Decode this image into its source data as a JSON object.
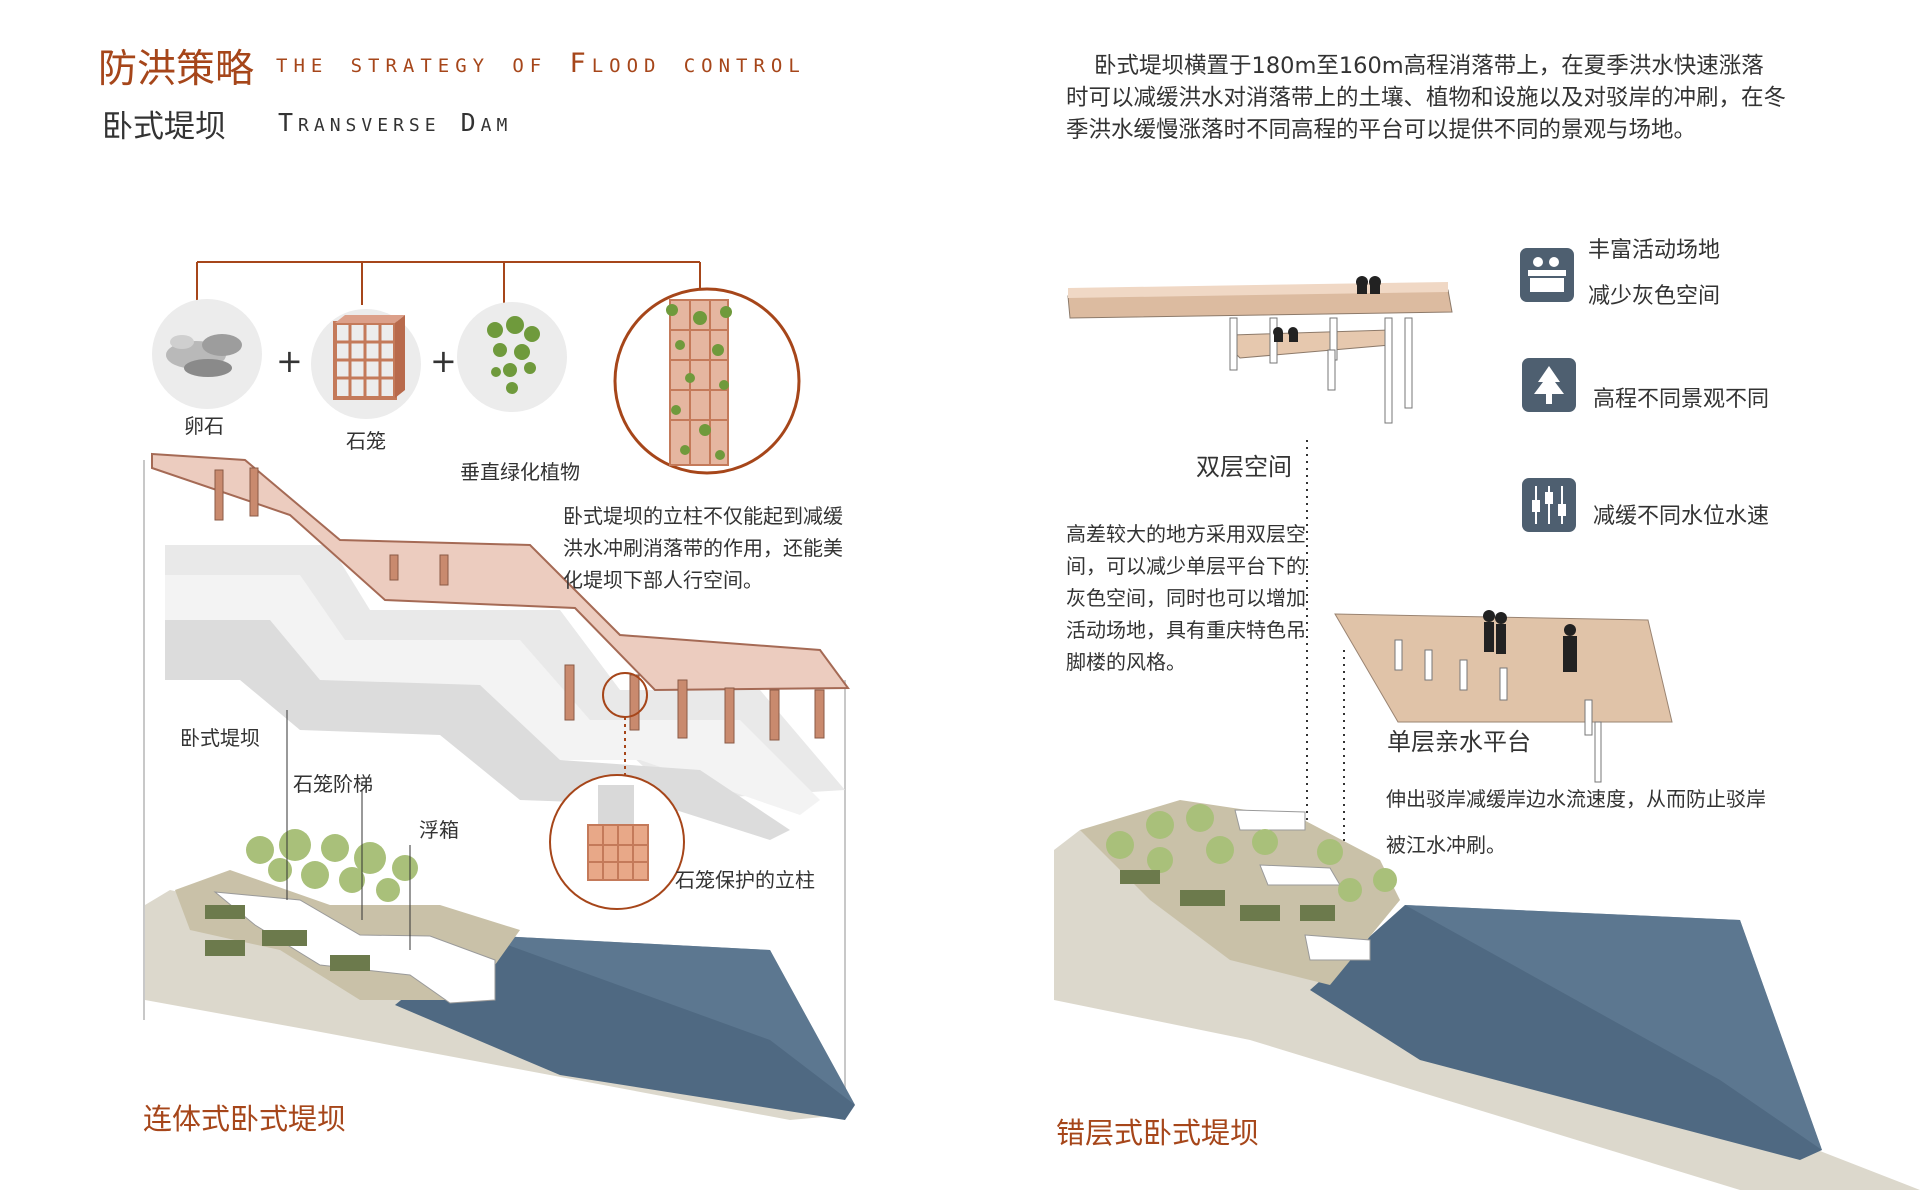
{
  "header": {
    "title_cn": "防洪策略",
    "title_en": "the strategy of Flood control",
    "subtitle_cn": "卧式堤坝",
    "subtitle_en": "Transverse Dam",
    "intro": "卧式堤坝横置于180m至160m高程消落带上，在夏季洪水快速涨落时可以减缓洪水对消落带上的土壤、植物和设施以及对驳岸的冲刷，在冬季洪水缓慢涨落时不同高程的平台可以提供不同的景观与场地。"
  },
  "left_panel": {
    "components": {
      "pebble_label": "卵石",
      "gabion_label": "石笼",
      "plant_label": "垂直绿化植物",
      "plus_1": "+",
      "plus_2": "+"
    },
    "column_note": "卧式堤坝的立柱不仅能起到减缓洪水冲刷消落带的作用，还能美化堤坝下部人行空间。",
    "gabion_column_label": "石笼保护的立柱",
    "callouts": {
      "dam": "卧式堤坝",
      "steps": "石笼阶梯",
      "float": "浮箱"
    },
    "caption": "连体式卧式堤坝"
  },
  "right_panel": {
    "legend": [
      {
        "icon": "people-activity-icon",
        "lines": [
          "丰富活动场地",
          "减少灰色空间"
        ]
      },
      {
        "icon": "tree-icon",
        "lines": [
          "高程不同景观不同"
        ]
      },
      {
        "icon": "water-level-sliders-icon",
        "lines": [
          "减缓不同水位水速"
        ]
      }
    ],
    "double_layer": {
      "title": "双层空间",
      "text": "高差较大的地方采用双层空间，可以减少单层平台下的灰色空间，同时也可以增加活动场地，具有重庆特色吊脚楼的风格。"
    },
    "single_layer": {
      "title": "单层亲水平台",
      "text": "伸出驳岸减缓岸边水流速度，从而防止驳岸被江水冲刷。"
    },
    "caption": "错层式卧式堤坝"
  },
  "colors": {
    "accent": "#a6461a",
    "deck": "#e8c9bb",
    "deck_stroke": "#a56a55",
    "wood": "#d8b89a",
    "water": "#5d7286",
    "icon_bg": "#4e5f70"
  }
}
